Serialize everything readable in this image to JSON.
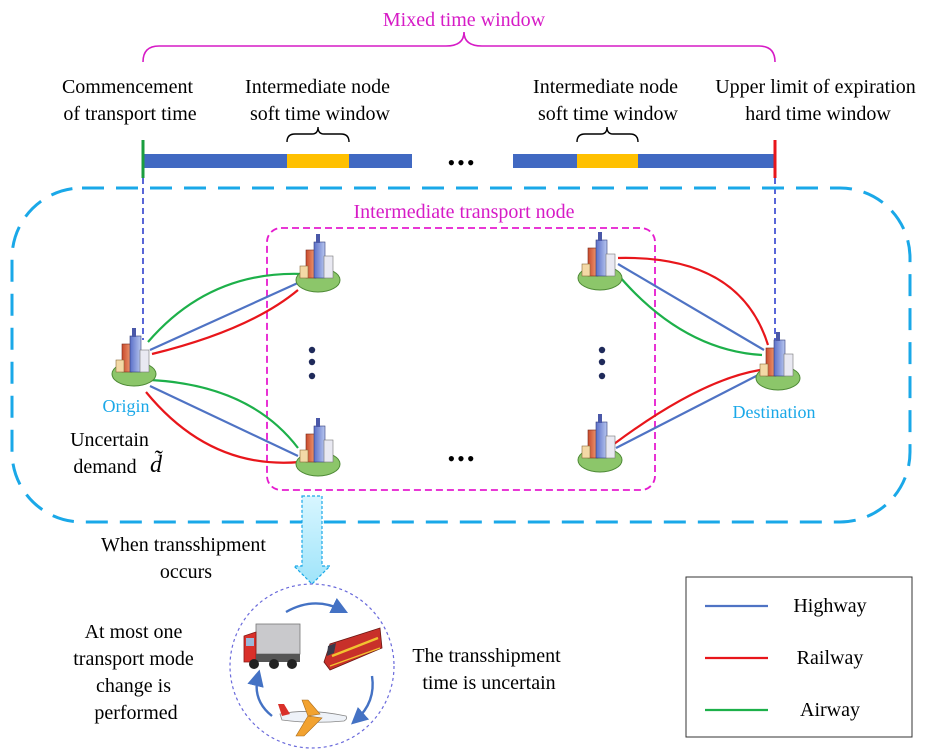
{
  "title": "Mixed time window",
  "time_window": {
    "left_label": [
      "Commencement",
      "of transport time"
    ],
    "soft_label_left": [
      "Intermediate node",
      "soft time window"
    ],
    "soft_label_right": [
      "Intermediate node",
      "soft time window"
    ],
    "right_label": [
      "Upper limit of expiration",
      "hard time window"
    ],
    "ellipsis": "•••"
  },
  "network": {
    "intermediate_label": "Intermediate transport node",
    "origin_label": "Origin",
    "destination_label": "Destination",
    "demand_label": [
      "Uncertain",
      "demand"
    ],
    "demand_symbol": "d̃",
    "ellipsis": "•••"
  },
  "transshipment": {
    "when_label": [
      "When transshipment",
      "occurs"
    ],
    "mode_change_label": [
      "At most one",
      "transport mode",
      "change is",
      "performed"
    ],
    "time_label": [
      "The transshipment",
      "time is uncertain"
    ],
    "icons": [
      "truck-icon",
      "train-icon",
      "airplane-icon"
    ]
  },
  "legend": [
    {
      "label": "Highway",
      "color": "#4f73c4"
    },
    {
      "label": "Railway",
      "color": "#e8161b"
    },
    {
      "label": "Airway",
      "color": "#1db04a"
    }
  ],
  "colors": {
    "bar": "#4169c2",
    "soft_window": "#ffc000",
    "start_marker": "#1a9e3f",
    "end_marker": "#e8161b",
    "region_border": "#1aa8e8",
    "intermediate_border": "#e51ccf",
    "dashed_guide": "#2233cc"
  }
}
